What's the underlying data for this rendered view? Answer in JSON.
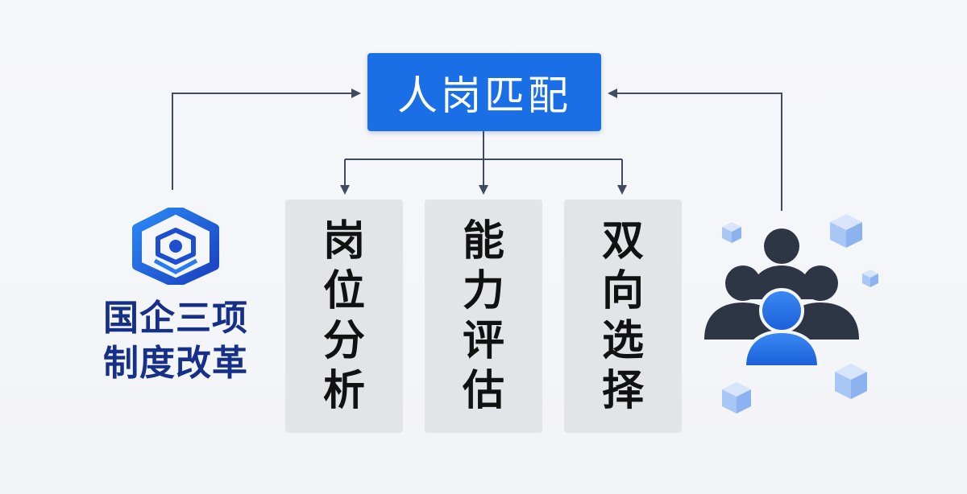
{
  "top_node": {
    "label": "人岗匹配"
  },
  "sub_nodes": [
    {
      "chars": [
        "岗",
        "位",
        "分",
        "析"
      ]
    },
    {
      "chars": [
        "能",
        "力",
        "评",
        "估"
      ]
    },
    {
      "chars": [
        "双",
        "向",
        "选",
        "择"
      ]
    }
  ],
  "left_group": {
    "icon": "hexagon-cube-logo-icon",
    "line1": "国企三项",
    "line2": "制度改革"
  },
  "right_group": {
    "icon": "people-group-icon"
  },
  "colors": {
    "primary_blue": "#1a6ee6",
    "dark_navy": "#16308a",
    "sub_node_bg": "#e3e4e8",
    "connector": "#3f4b5e",
    "people_dark": "#2e3646",
    "cube_light": "#8ab4f5"
  }
}
